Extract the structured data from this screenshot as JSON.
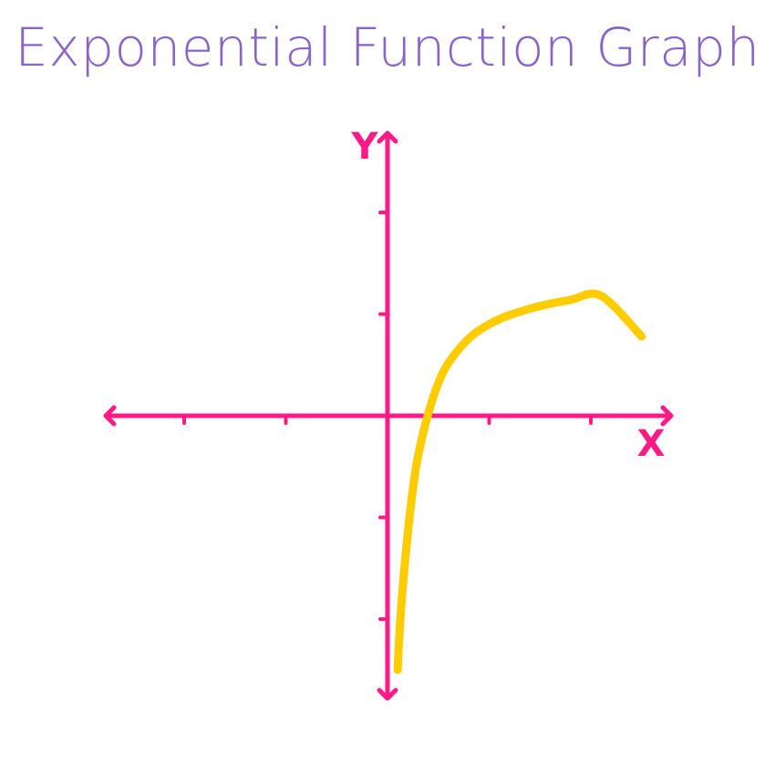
{
  "title": "Exponential Function Graph",
  "colors": {
    "title": "#8a63c9",
    "axes": "#ff1a86",
    "curve": "#ffcc00"
  },
  "chart_data": {
    "type": "line",
    "title": "Exponential Function Graph",
    "xlabel": "X",
    "ylabel": "Y",
    "xlim": [
      -2.75,
      2.75
    ],
    "ylim": [
      -2.75,
      2.75
    ],
    "grid": false,
    "legend": "none",
    "x_ticks": [
      -2,
      -1,
      1,
      2
    ],
    "y_ticks": [
      -2,
      -1,
      1,
      2
    ],
    "series": [
      {
        "values_x": [
          0.1,
          0.12,
          0.15,
          0.2,
          0.25,
          0.3,
          0.4,
          0.5,
          0.6,
          0.8,
          1.0,
          1.2,
          1.5,
          1.8,
          2.1,
          2.5
        ],
        "values_y": [
          -2.5,
          -2.1,
          -1.68,
          -1.15,
          -0.72,
          -0.4,
          0.02,
          0.32,
          0.52,
          0.76,
          0.9,
          0.99,
          1.08,
          1.14,
          1.18,
          0.78
        ]
      }
    ]
  }
}
